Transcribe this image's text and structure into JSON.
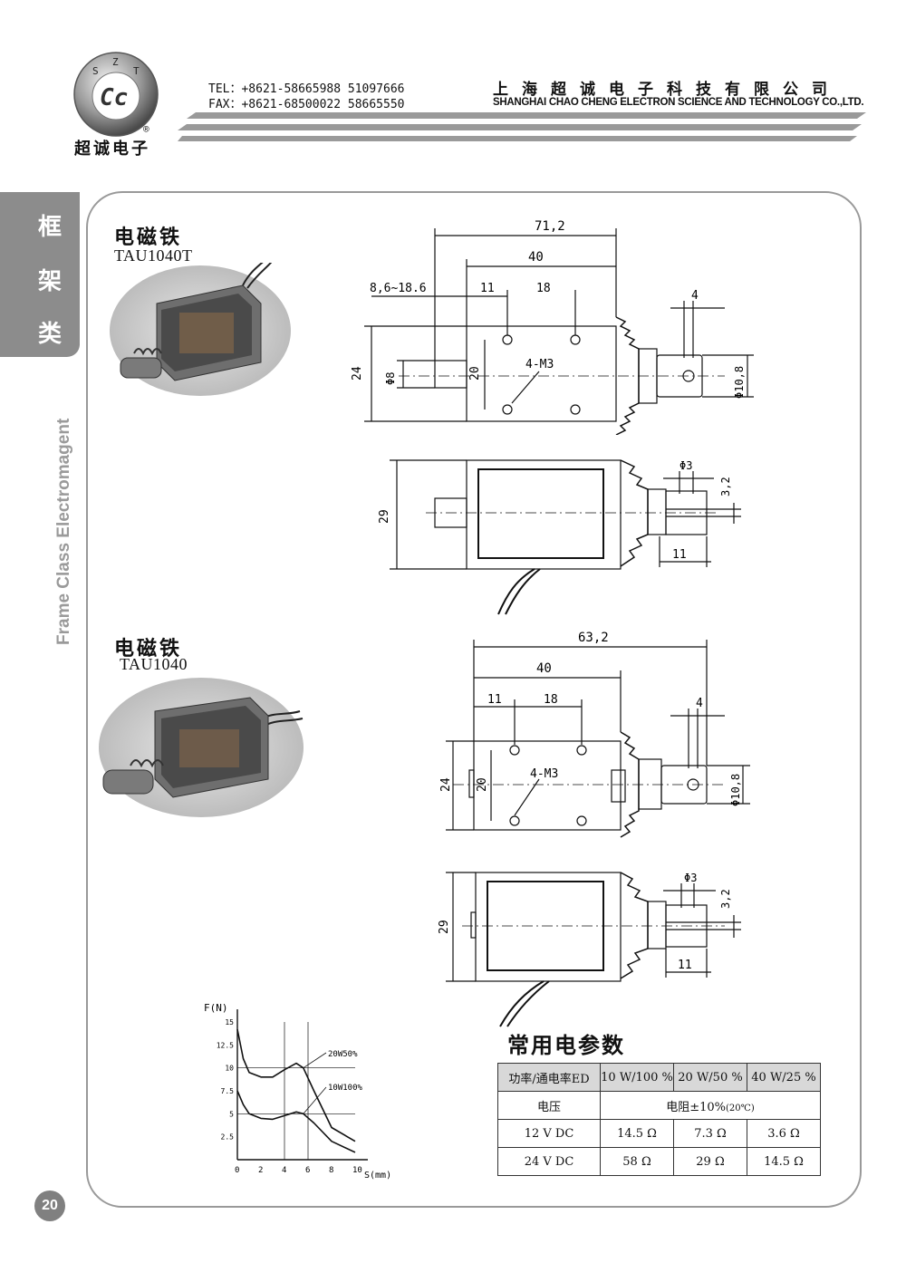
{
  "header": {
    "logo_letters": [
      "S",
      "Z",
      "T"
    ],
    "logo_mark": "Cc",
    "registered": "®",
    "logo_caption": "超诚电子",
    "tel": "TEL：+8621-58665988  51097666",
    "fax": "FAX：+8621-68500022  58665550",
    "company_cn": "上海超诚电子科技有限公司",
    "company_en": "SHANGHAI CHAO CHENG ELECTRON SCIENCE AND TECHNOLOGY CO.,LTD."
  },
  "side": {
    "chars": [
      "框",
      "架",
      "类"
    ],
    "vertical": "Frame Class Electromagent"
  },
  "products": [
    {
      "title": "电磁铁",
      "model": "TAU1040T"
    },
    {
      "title": "电磁铁",
      "model": "TAU1040"
    }
  ],
  "dims1": {
    "overall": "71,2",
    "body": "40",
    "stroke": "8,6~18.6",
    "d11": "11",
    "d18": "18",
    "d4": "4",
    "h24": "24",
    "phi8": "Φ8",
    "h20": "20",
    "m3": "4-M3",
    "phi108": "Φ10,8",
    "phi3": "Φ3",
    "d32": "3,2",
    "h29": "29",
    "w11": "11"
  },
  "dims2": {
    "overall": "63,2",
    "body": "40",
    "d11": "11",
    "d18": "18",
    "d4": "4",
    "h24": "24",
    "h20": "20",
    "m3": "4-M3",
    "phi108": "Φ10,8",
    "phi3": "Φ3",
    "d32": "3,2",
    "h29": "29",
    "w11": "11"
  },
  "chart_data": {
    "type": "line",
    "ylabel": "F(N)",
    "xlabel": "S(mm)",
    "xlim": [
      0,
      10
    ],
    "ylim": [
      0,
      15
    ],
    "x_ticks": [
      "0",
      "2",
      "4",
      "6",
      "8",
      "10"
    ],
    "y_ticks": [
      "2.5",
      "5",
      "7.5",
      "10",
      "12.5",
      "15"
    ],
    "grid": true,
    "series": [
      {
        "name": "20W50%",
        "x": [
          0,
          0.5,
          1.0,
          2.0,
          3.0,
          4.0,
          5.0,
          5.6,
          6.5,
          8.0,
          10.0
        ],
        "y": [
          14.2,
          11.0,
          9.5,
          9.0,
          9.0,
          9.8,
          10.5,
          10.0,
          7.5,
          3.5,
          2.0
        ]
      },
      {
        "name": "10W100%",
        "x": [
          0,
          0.5,
          1.0,
          2.0,
          3.0,
          4.0,
          5.0,
          5.6,
          6.5,
          8.0,
          10.0
        ],
        "y": [
          7.5,
          6.0,
          5.0,
          4.5,
          4.4,
          4.8,
          5.2,
          5.0,
          4.0,
          2.0,
          0.8
        ]
      }
    ]
  },
  "params": {
    "title": "常用电参数",
    "header": [
      "功率/通电率ED",
      "10 W/100 %",
      "20 W/50 %",
      "40 W/25 %"
    ],
    "sub": [
      "电压",
      "电阻±10%"
    ],
    "sub_note": "(20℃)",
    "rows": [
      [
        "12 V DC",
        "14.5 Ω",
        "7.3 Ω",
        "3.6 Ω"
      ],
      [
        "24 V DC",
        "58  Ω",
        "29 Ω",
        "14.5 Ω"
      ]
    ]
  },
  "page_number": "20"
}
